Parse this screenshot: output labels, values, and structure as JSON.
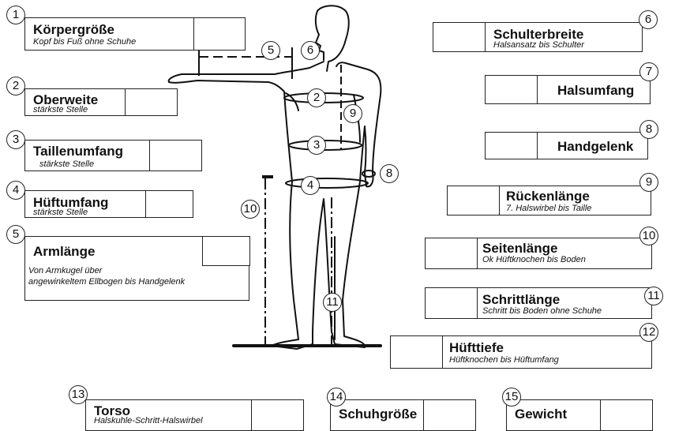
{
  "fields": {
    "f1": {
      "num": "1",
      "title": "Körpergröße",
      "subtitle": "Kopf bis Fuß ohne Schuhe"
    },
    "f2": {
      "num": "2",
      "title": "Oberweite",
      "subtitle": "stärkste Stelle"
    },
    "f3": {
      "num": "3",
      "title": "Taillenumfang",
      "subtitle": "stärkste Stelle"
    },
    "f4": {
      "num": "4",
      "title": "Hüftumfang",
      "subtitle": "stärkste Stelle"
    },
    "f5": {
      "num": "5",
      "title": "Armlänge",
      "subtitle_line1": "Von Armkugel über",
      "subtitle_line2": "angewinkeltem Ellbogen bis Handgelenk"
    },
    "f6": {
      "num": "6",
      "title": "Schulterbreite",
      "subtitle": "Halsansatz bis Schulter"
    },
    "f7": {
      "num": "7",
      "title": "Halsumfang"
    },
    "f8": {
      "num": "8",
      "title": "Handgelenk"
    },
    "f9": {
      "num": "9",
      "title": "Rückenlänge",
      "subtitle": "7. Halswirbel bis Taille"
    },
    "f10": {
      "num": "10",
      "title": "Seitenlänge",
      "subtitle": "Ok Hüftknochen bis Boden"
    },
    "f11": {
      "num": "11",
      "title": "Schrittlänge",
      "subtitle": "Schritt bis Boden ohne Schuhe"
    },
    "f12": {
      "num": "12",
      "title": "Hüfttiefe",
      "subtitle": "Hüftknochen bis Hüftumfang"
    },
    "f13": {
      "num": "13",
      "title": "Torso",
      "subtitle": "Halskuhle-Schritt-Halswirbel"
    },
    "f14": {
      "num": "14",
      "title": "Schuhgröße"
    },
    "f15": {
      "num": "15",
      "title": "Gewicht"
    }
  },
  "figure": {
    "markers": [
      "2",
      "3",
      "4",
      "5",
      "6",
      "8",
      "9",
      "10",
      "11"
    ]
  }
}
